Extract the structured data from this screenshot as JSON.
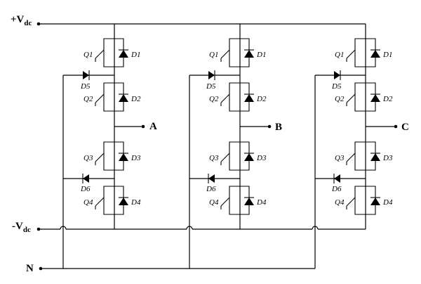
{
  "rails": {
    "positive": {
      "label": "+V",
      "subscript": "dc"
    },
    "negative": {
      "label": "-V",
      "subscript": "dc"
    },
    "neutral": {
      "label": "N"
    }
  },
  "legs": [
    {
      "output": "A",
      "switches": [
        "Q1",
        "Q2",
        "Q3",
        "Q4"
      ],
      "diodes": [
        "D1",
        "D2",
        "D3",
        "D4"
      ],
      "clamp_diodes": [
        "D5",
        "D6"
      ]
    },
    {
      "output": "B",
      "switches": [
        "Q1",
        "Q2",
        "Q3",
        "Q4"
      ],
      "diodes": [
        "D1",
        "D2",
        "D3",
        "D4"
      ],
      "clamp_diodes": [
        "D5",
        "D6"
      ]
    },
    {
      "output": "C",
      "switches": [
        "Q1",
        "Q2",
        "Q3",
        "Q4"
      ],
      "diodes": [
        "D1",
        "D2",
        "D3",
        "D4"
      ],
      "clamp_diodes": [
        "D5",
        "D6"
      ]
    }
  ]
}
